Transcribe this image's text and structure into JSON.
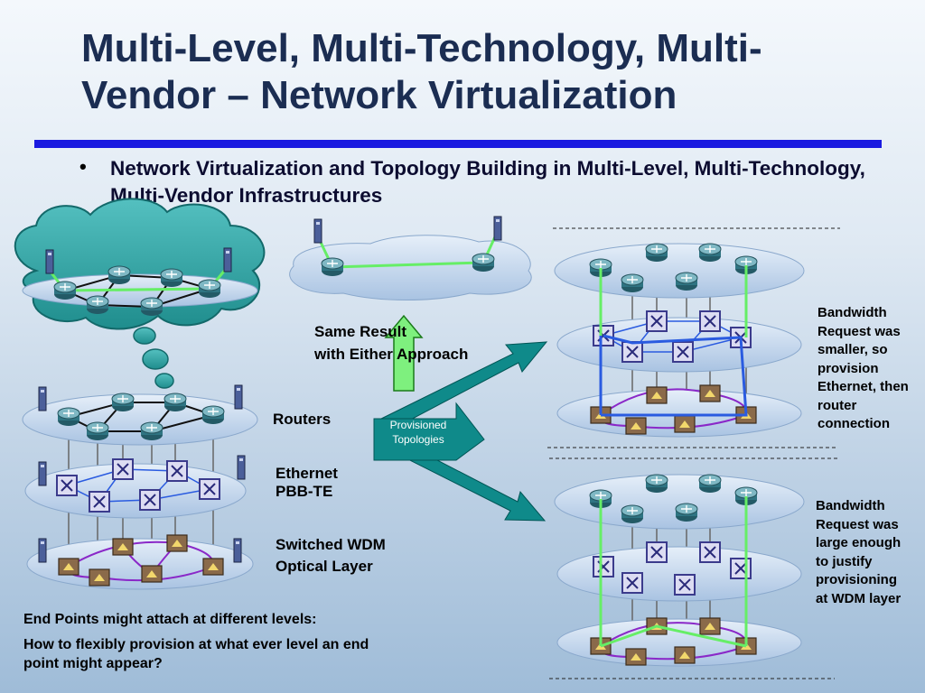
{
  "title": "Multi-Level, Multi-Technology, Multi-Vendor – Network Virtualization",
  "bullet": "Network Virtualization and Topology Building in Multi-Level, Multi-Technology, Multi-Vendor Infrastructures",
  "labels": {
    "same_result_1": "Same Result",
    "same_result_2": "with Either Approach",
    "routers": "Routers",
    "ethernet_1": "Ethernet",
    "ethernet_2": "PBB-TE",
    "wdm_1": "Switched WDM",
    "wdm_2": "Optical Layer",
    "provisioned_1": "Provisioned",
    "provisioned_2": "Topologies"
  },
  "notes": {
    "top_right": [
      "Bandwidth",
      "Request was",
      "smaller, so",
      "provision",
      "Ethernet, then",
      "router",
      "connection"
    ],
    "bottom_right": [
      "Bandwidth",
      "Request was",
      "large enough",
      "to justify",
      "provisioning",
      "at WDM layer"
    ]
  },
  "questions": {
    "q1": "End Points might attach at different levels:",
    "q2": "How to flexibly provision at what ever level an end point might appear?"
  },
  "colors": {
    "title": "#1b2d52",
    "rule": "#1a1ae0",
    "arrow_teal": "#0f8a8a",
    "arrow_green": "#7ef07e",
    "cloud": "#c6d8f0",
    "thought_cloud": "#3aa6a6",
    "path_green": "#66ee66",
    "path_blue": "#2a5be0",
    "link_purple": "#8a28c8"
  }
}
